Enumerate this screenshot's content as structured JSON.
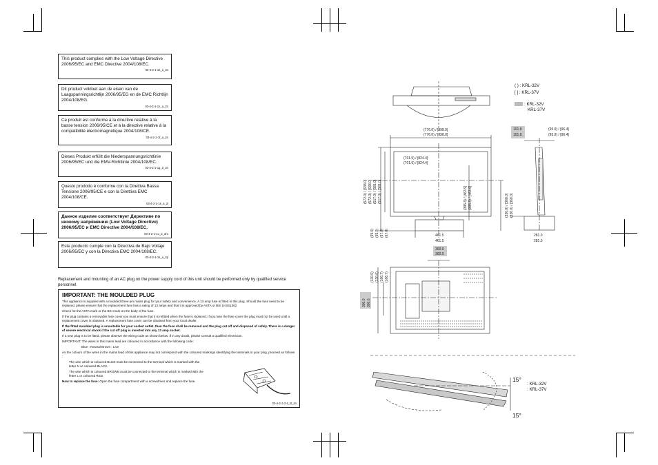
{
  "notices": [
    {
      "text": "This product complies with the Low Voltage Directive 2006/95/EC and EMC Directive 2004/108/EC.",
      "code": "03-4-2-1-1s_a_2n"
    },
    {
      "text": "Dit product voldoet aan de eisen van de Laagspanningsrichtlijn 2006/95/EG en de EMC Richtlijn 2004/108/EG.",
      "code": "03-4-2-1-1n_a_2n"
    },
    {
      "text": "Ce produit est conforme à la directive relative à la basse tension 2006/95/CE et à la directive relative à la compatibilité électromagnétique 2004/108/CE.",
      "code": "03-4-2-1-1f_a_2n"
    },
    {
      "text": "Dieses Produkt erfüllt die Niederspannungsrichtlinie 2006/95/EC und die EMV-Richtlinie 2004/108/EC.",
      "code": "03-4-2-1-1g_a_2n"
    },
    {
      "text": "Questo prodotto è conforme con la Direttiva Bassa Tensione 2006/95/CE e con la Direttiva EMC 2004/108/CE.",
      "code": "03-4-2-1-1s_a_2i"
    },
    {
      "text": "Данное изделие соответствует Директиве по низкому напряжению (Low Voltage Directive) 2006/95/EC и EMC Directive 2004/108/EC.",
      "code": "03-4-2-1-1u_a_2ru"
    },
    {
      "text": "Este producto cumple con la Directiva de Bajo Voltaje 2006/95/EC y con la Directiva EMC 2004/108/EC.",
      "code": "03-4-2-1-1s_a_2p"
    }
  ],
  "service_note": "Replacement and mounting of an AC plug on the power supply cord of this unit should be performed only by qualified service personnel.",
  "plug": {
    "title": "IMPORTANT: THE MOULDED PLUG",
    "p1": "This appliance is supplied with a moulded three pin mains plug for your safety and convenience. A 13 amp fuse is fitted in this plug. Should the fuse need to be replaced, please ensure that the replacement fuse has a rating of 13 amps and that it is approved by ASTA or BSI to BS1362.",
    "p2": "Check for the ASTA mark or the BSI mark on the body of the fuse.",
    "p3": "If the plug contains a removable fuse cover you must ensure that it is refitted when the fuse is replaced. If you lose the fuse cover the plug must not be used until a replacement cover is obtained. A replacement fuse cover can be obtained from your local dealer.",
    "p4": "If the fitted moulded plug is unsuitable for your socket outlet, then the fuse shall be removed and the plug cut off and disposed of safely. There is a danger of severe electrical shock if the cut off plug is inserted into any 13 amp socket.",
    "p5": "If a new plug is to be fitted, please observe the wiring code as shown below. If in any doubt, please consult a qualified electrician.",
    "p6": "IMPORTANT: The wires in this mains lead are coloured in accordance with the following code:",
    "p7": "Blue : Neutral    Brown : Live",
    "p8": "As the colours of the wires in the mains lead of this appliance may not correspond with the coloured markings identifying the terminals in your plug, proceed as follows :",
    "p9": "The wire which is coloured BLUE must be connected to the terminal which is marked with the letter N or coloured BLACK.",
    "p10": "The wire which is coloured BROWN must be connected to the terminal which is marked with the letter L or coloured RED.",
    "p11a": "How to replace the fuse:",
    "p11b": "Open the fuse compartment with a screwdriver and replace the fuse.",
    "code": "03-4-2-1-2-2_B_2n"
  },
  "legend": {
    "paren": "(    ) : KRL-32V",
    "bracket": "[    ] : KRL-37V",
    "shade_1": ": KRL-32V",
    "shade_2": "KRL-37V"
  },
  "tilt": {
    "angle_top": "15°",
    "angle_bottom": "15°",
    "model1": ": KRL-32V",
    "model2": ": KRL-37V"
  },
  "dims": {
    "w1": "(776.0) / [898.0]",
    "w2": "(776.0) / [898.0]",
    "s1": "(701.5) / [824.4]",
    "s2": "(701.5) / [824.4]",
    "d1": "101.8",
    "d2": "101.8",
    "d3": "(95.9) / [96.4]",
    "d4": "(95.9) / [96.4]",
    "h1": "(572.0) / [638.0]",
    "h2": "(572.0) / [638.0]",
    "h3": "(517.0) / [581.0]",
    "h4": "(517.0) / [581.0]",
    "h5": "(395.8) / [463.9]",
    "h6": "(395.8) / [463.9]",
    "h7": "(330.0) / [368.0]",
    "h8": "(330.0) / [368.0]",
    "b1": "(65.0)",
    "b2": "(65.0)",
    "b3": "(67.0)",
    "b4": "(67.0)",
    "base_w1": "461.5",
    "base_w2": "461.5",
    "base_d1": "281.0",
    "base_d2": "281.0",
    "v1": "300.0",
    "v2": "300.0",
    "r1": "(130.0)",
    "r2": "(130.0)",
    "r3": "(166.7)",
    "r4": "(166.7)",
    "r5": "300.0",
    "r6": "300.0"
  }
}
